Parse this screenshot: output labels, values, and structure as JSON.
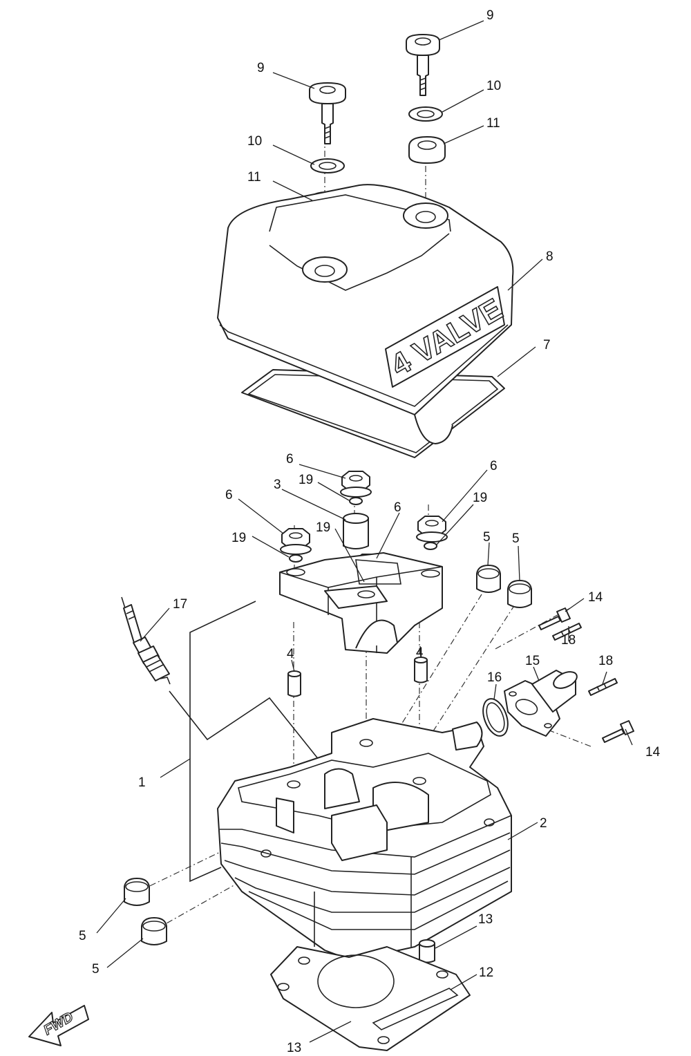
{
  "diagram": {
    "cover_embossed_text": "4 VALVE",
    "direction_arrow_label": "FWD",
    "callouts": [
      {
        "id": "c9a",
        "text": "9"
      },
      {
        "id": "c9b",
        "text": "9"
      },
      {
        "id": "c10a",
        "text": "10"
      },
      {
        "id": "c10b",
        "text": "10"
      },
      {
        "id": "c11a",
        "text": "11"
      },
      {
        "id": "c11b",
        "text": "11"
      },
      {
        "id": "c8",
        "text": "8"
      },
      {
        "id": "c7",
        "text": "7"
      },
      {
        "id": "c6a",
        "text": "6"
      },
      {
        "id": "c6b",
        "text": "6"
      },
      {
        "id": "c6c",
        "text": "6"
      },
      {
        "id": "c6d",
        "text": "6"
      },
      {
        "id": "c3",
        "text": "3"
      },
      {
        "id": "c19a",
        "text": "19"
      },
      {
        "id": "c19b",
        "text": "19"
      },
      {
        "id": "c19c",
        "text": "19"
      },
      {
        "id": "c19d",
        "text": "19"
      },
      {
        "id": "c5a",
        "text": "5"
      },
      {
        "id": "c5b",
        "text": "5"
      },
      {
        "id": "c5c",
        "text": "5"
      },
      {
        "id": "c5d",
        "text": "5"
      },
      {
        "id": "c17",
        "text": "17"
      },
      {
        "id": "c14a",
        "text": "14"
      },
      {
        "id": "c14b",
        "text": "14"
      },
      {
        "id": "c18a",
        "text": "18"
      },
      {
        "id": "c18b",
        "text": "18"
      },
      {
        "id": "c15",
        "text": "15"
      },
      {
        "id": "c16",
        "text": "16"
      },
      {
        "id": "c4a",
        "text": "4"
      },
      {
        "id": "c4b",
        "text": "4"
      },
      {
        "id": "c1",
        "text": "1"
      },
      {
        "id": "c2",
        "text": "2"
      },
      {
        "id": "c13a",
        "text": "13"
      },
      {
        "id": "c13b",
        "text": "13"
      },
      {
        "id": "c12",
        "text": "12"
      }
    ]
  }
}
